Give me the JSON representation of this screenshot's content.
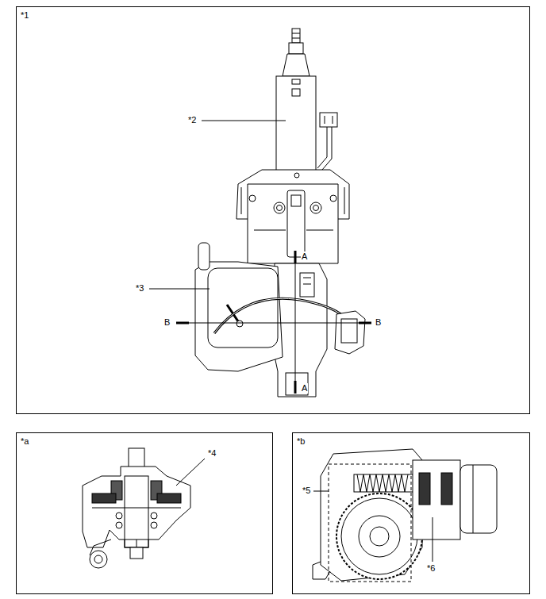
{
  "diagram": {
    "nodes": [
      {
        "text": [
          "*1"
        ]
      },
      {
        "text": [
          "*a"
        ]
      },
      {
        "text": [
          "*b"
        ]
      }
    ],
    "labels": [
      "*2",
      "A",
      "*3",
      "B",
      "B",
      "A",
      "*4",
      "*5",
      "*6"
    ]
  }
}
